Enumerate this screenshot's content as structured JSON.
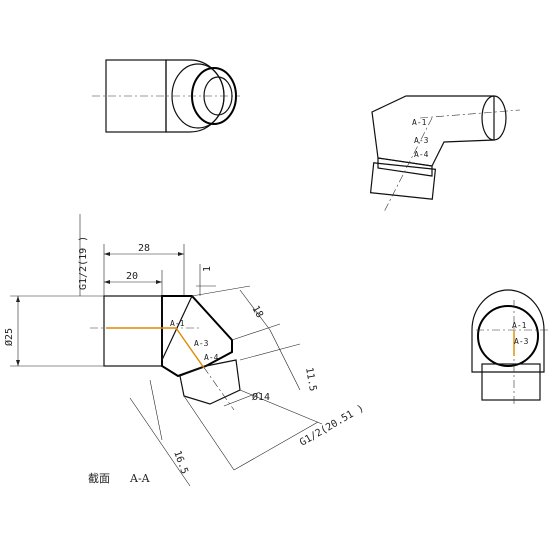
{
  "dimensions": {
    "thread_g12_19": "G1/2(19 )",
    "length_28": "28",
    "length_20": "20",
    "length_1": "1",
    "diameter_25": "Ø25",
    "length_18": "18",
    "length_11_5": "11.5",
    "diameter_14": "Ø14",
    "thread_g12_2051": "G1/2(20.51 )",
    "length_16_5": "16.5"
  },
  "labels": {
    "a1_section": "A-1",
    "a3_section": "A-3",
    "a4_section": "A-4",
    "a1_iso": "A-1",
    "a3_iso": "A-3",
    "a4_iso": "A-4",
    "a1_front": "A-1",
    "a3_front": "A-3"
  },
  "caption": {
    "section_label": "截面",
    "section_name": "A-A"
  }
}
